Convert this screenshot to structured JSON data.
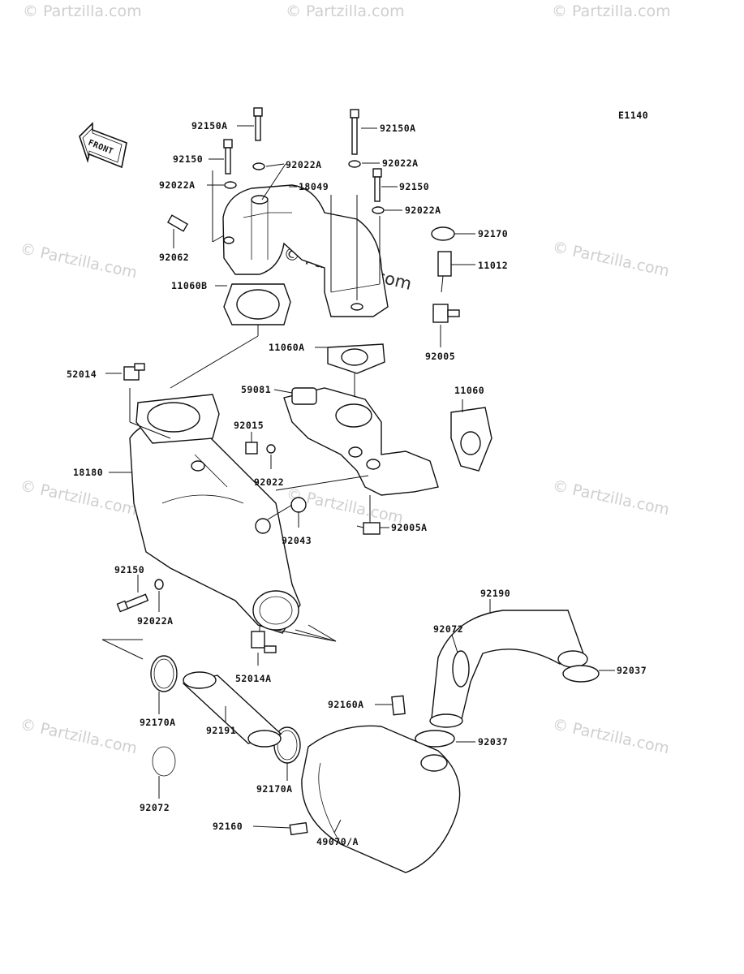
{
  "diagram_code": "E1140",
  "front_label": "FRONT",
  "watermark": "© Partzilla.com",
  "center_watermark": "© Partzilla.com",
  "labels": [
    {
      "id": "92150A-l",
      "text": "92150A"
    },
    {
      "id": "92150A-r",
      "text": "92150A"
    },
    {
      "id": "92150-l",
      "text": "92150"
    },
    {
      "id": "92022A-ul",
      "text": "92022A"
    },
    {
      "id": "92022A-ur",
      "text": "92022A"
    },
    {
      "id": "92022A-l",
      "text": "92022A"
    },
    {
      "id": "18049",
      "text": "18049"
    },
    {
      "id": "92150-r",
      "text": "92150"
    },
    {
      "id": "92022A-r2",
      "text": "92022A"
    },
    {
      "id": "92170",
      "text": "92170"
    },
    {
      "id": "92062",
      "text": "92062"
    },
    {
      "id": "11012",
      "text": "11012"
    },
    {
      "id": "11060B",
      "text": "11060B"
    },
    {
      "id": "92005",
      "text": "92005"
    },
    {
      "id": "11060A",
      "text": "11060A"
    },
    {
      "id": "52014",
      "text": "52014"
    },
    {
      "id": "59081",
      "text": "59081"
    },
    {
      "id": "11060",
      "text": "11060"
    },
    {
      "id": "92015",
      "text": "92015"
    },
    {
      "id": "18180",
      "text": "18180"
    },
    {
      "id": "92022",
      "text": "92022"
    },
    {
      "id": "92043",
      "text": "92043"
    },
    {
      "id": "92005A",
      "text": "92005A"
    },
    {
      "id": "92150-b",
      "text": "92150"
    },
    {
      "id": "92022A-b",
      "text": "92022A"
    },
    {
      "id": "92190",
      "text": "92190"
    },
    {
      "id": "92072-r",
      "text": "92072"
    },
    {
      "id": "92037-r",
      "text": "92037"
    },
    {
      "id": "52014A",
      "text": "52014A"
    },
    {
      "id": "92160A",
      "text": "92160A"
    },
    {
      "id": "92170A-l",
      "text": "92170A"
    },
    {
      "id": "92191",
      "text": "92191"
    },
    {
      "id": "92037-m",
      "text": "92037"
    },
    {
      "id": "92170A-m",
      "text": "92170A"
    },
    {
      "id": "92072-l",
      "text": "92072"
    },
    {
      "id": "92160",
      "text": "92160"
    },
    {
      "id": "49070A",
      "text": "49070/A"
    }
  ]
}
